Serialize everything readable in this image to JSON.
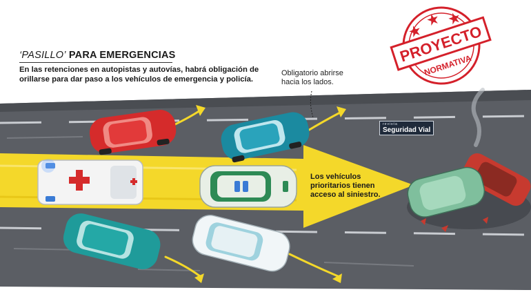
{
  "header": {
    "title_quoted": "‘PASILLO’",
    "title_rest": " PARA EMERGENCIAS",
    "subtitle_line1": "En las retenciones en autopistas y autovías, habrá obligación de",
    "subtitle_line2": "orillarse para dar paso a los vehículos de emergencia y policía."
  },
  "callout": {
    "line1": "Obligatorio abrirse",
    "line2": "hacia los lados."
  },
  "arrow_label": {
    "line1": "Los vehículos",
    "line2": "prioritarios tienen",
    "line3": "acceso al siniestro."
  },
  "brand": {
    "top": "revista",
    "name": "Seguridad Vial"
  },
  "stamp": {
    "line1": "PROYECTO",
    "line2": "NORMATIVA",
    "color": "#d4202a"
  },
  "colors": {
    "road": "#5a5d63",
    "arrow": "#f4d82a",
    "red_car": "#d52b2b",
    "teal_car": "#1b8aa0",
    "green_car": "#3aa79a",
    "police_car": "#e8efe6",
    "ambulance": "#f4f4f4",
    "crashed_car": "#7fbf9d"
  },
  "icons": [
    "red-cross-icon",
    "siren-icon",
    "smoke-icon"
  ]
}
